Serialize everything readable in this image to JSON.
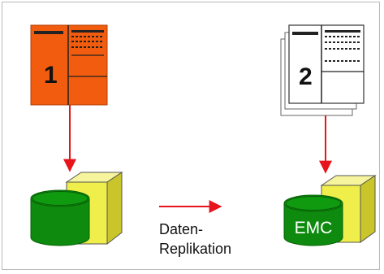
{
  "documents": [
    {
      "number": "1",
      "fill": "#f25c0f",
      "line_color": "#222222"
    },
    {
      "number": "2",
      "fill": "#ffffff",
      "line_color": "#222222"
    }
  ],
  "storage": [
    {
      "label": ""
    },
    {
      "label": "EMC"
    }
  ],
  "replication_label_line1": "Daten-",
  "replication_label_line2": "Replikation",
  "colors": {
    "arrow": "#e8141b",
    "disk": "#0e8a0e",
    "disk_dark": "#096809",
    "cube": "#f0ee4a"
  }
}
